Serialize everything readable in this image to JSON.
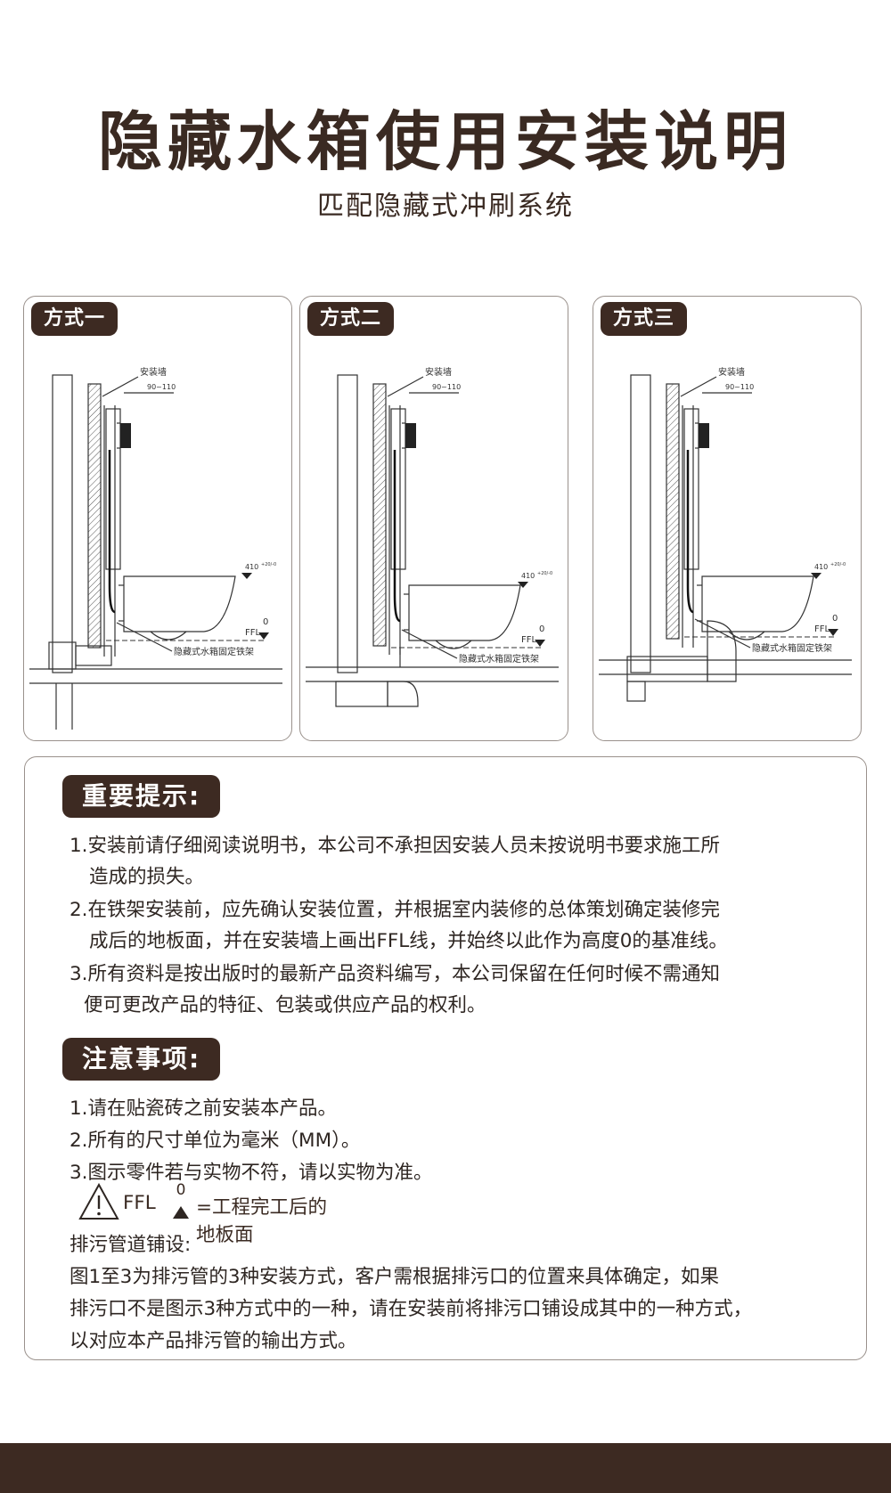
{
  "header": {
    "title": "隐藏水箱使用安装说明",
    "subtitle": "匹配隐藏式冲刷系统"
  },
  "methods": [
    {
      "label": "方式一",
      "wall_label": "安装墙",
      "dim_top": "90~110",
      "height_label": "410",
      "height_tol": "+20/-0",
      "ffl_label": "FFL",
      "ffl_value": "0",
      "bracket_label": "隐藏式水箱固定铁架"
    },
    {
      "label": "方式二",
      "wall_label": "安装墙",
      "dim_top": "90~110",
      "height_label": "410",
      "height_tol": "+20/-0",
      "ffl_label": "FFL",
      "ffl_value": "0",
      "bracket_label": "隐藏式水箱固定铁架"
    },
    {
      "label": "方式三",
      "wall_label": "安装墙",
      "dim_top": "90~110",
      "height_label": "410",
      "height_tol": "+20/-0",
      "ffl_label": "FFL",
      "ffl_value": "0",
      "bracket_label": "隐藏式水箱固定铁架"
    }
  ],
  "important": {
    "heading": "重要提示:",
    "lines": [
      "1.安装前请仔细阅读说明书，本公司不承担因安装人员未按说明书要求施工所",
      "造成的损失。",
      "2.在铁架安装前，应先确认安装位置，并根据室内装修的总体策划确定装修完",
      "成后的地板面，并在安装墙上画出FFL线，并始终以此作为高度0的基准线。",
      "3.所有资料是按出版时的最新产品资料编写，本公司保留在任何时候不需通知",
      "便可更改产品的特征、包装或供应产品的权利。"
    ]
  },
  "notice": {
    "heading": "注意事项:",
    "lines": [
      "1.请在贴瓷砖之前安装本产品。",
      "2.所有的尺寸单位为毫米（MM）。",
      "3.图示零件若与实物不符，请以实物为准。"
    ],
    "ffl_label": "FFL",
    "ffl_value": "0",
    "ffl_desc": "=工程完工后的地板面",
    "drain_title": "排污管道铺设:",
    "drain_lines": [
      "图1至3为排污管的3种安装方式，客户需根据排污口的位置来具体确定，如果",
      "排污口不是图示3种方式中的一种，请在安装前将排污口铺设成其中的一种方式，",
      "以对应本产品排污管的输出方式。"
    ]
  },
  "colors": {
    "brand_dark": "#3d2a22",
    "border": "#9a918c"
  }
}
